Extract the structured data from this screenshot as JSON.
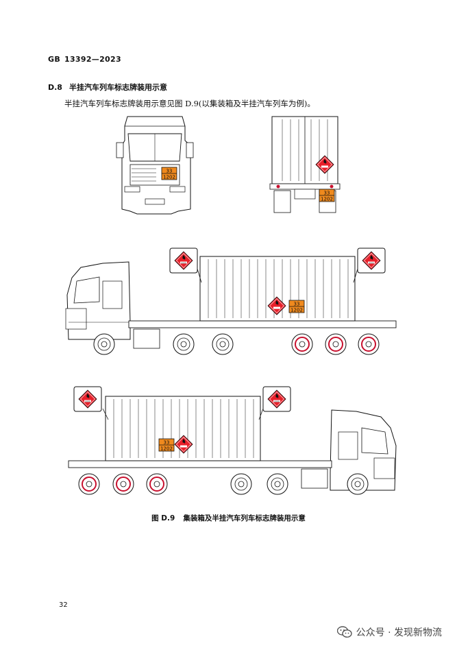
{
  "header": {
    "std_prefix": "GB",
    "std_number": "13392—2023"
  },
  "section": {
    "number": "D.8",
    "title": "半挂汽车列车标志牌装用示意"
  },
  "body_text": "半挂汽车列车标志牌装用示意见图 D.9(以集装箱及半挂汽车列车为例)。",
  "placard": {
    "un_number": "1202",
    "hazard_id": "33",
    "diamond_code": "0000",
    "diamond_color": "#e8202a",
    "plate_color": "#f08a1e"
  },
  "figure": {
    "number": "图 D.9",
    "title": "集装箱及半挂汽车列车标志牌装用示意"
  },
  "footer": {
    "page_number": "32",
    "watermark": "公众号 · 发现新物流"
  },
  "icons": [
    "hazard-diamond-icon",
    "flame-icon",
    "wechat-icon"
  ]
}
